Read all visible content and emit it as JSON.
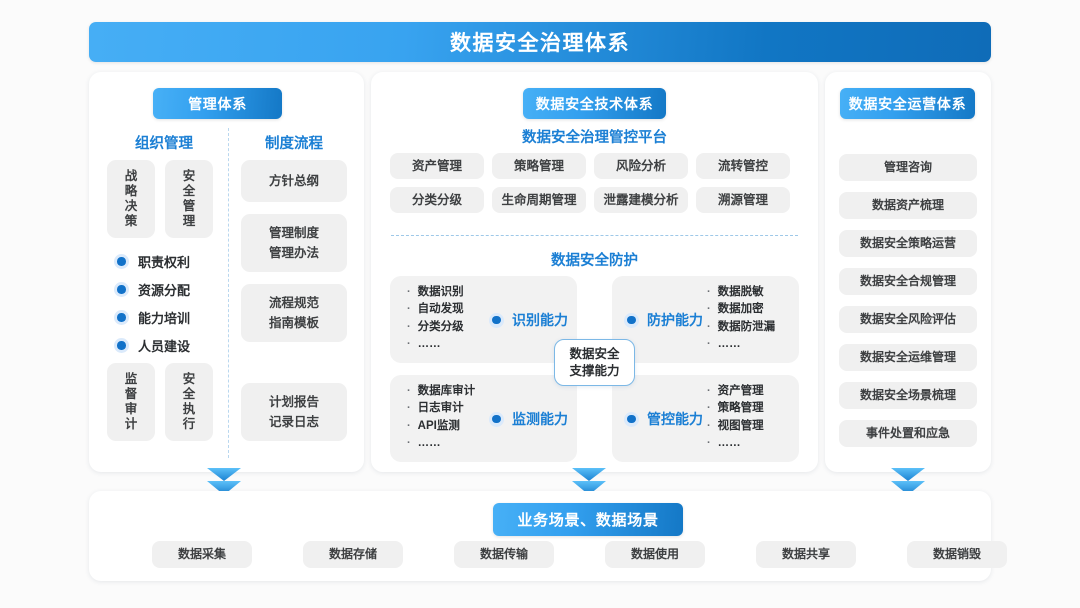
{
  "title": "数据安全治理体系",
  "colors": {
    "brand_blue": "#1b7fd4",
    "badge_from": "#47b0f6",
    "badge_to": "#1478c6",
    "pill_bg": "#f0f0f0",
    "page_bg": "#fbfbfb"
  },
  "management": {
    "badge": "管理体系",
    "col_left_head": "组织管理",
    "col_right_head": "制度流程",
    "vboxes_top": [
      "战略决策",
      "安全管理"
    ],
    "bullets": [
      "职责权利",
      "资源分配",
      "能力培训",
      "人员建设"
    ],
    "vboxes_bottom": [
      "监督审计",
      "安全执行"
    ],
    "process_boxes": [
      [
        "方针总纲"
      ],
      [
        "管理制度",
        "管理办法"
      ],
      [
        "流程规范",
        "指南模板"
      ],
      [
        "计划报告",
        "记录日志"
      ]
    ]
  },
  "technology": {
    "badge": "数据安全技术体系",
    "platform_title": "数据安全治理管控平台",
    "platform_row1": [
      "资产管理",
      "策略管理",
      "风险分析",
      "流转管控"
    ],
    "platform_row2": [
      "分类分级",
      "生命周期管理",
      "泄露建模分析",
      "溯源管理"
    ],
    "defense_title": "数据安全防护",
    "center_node": [
      "数据安全",
      "支撑能力"
    ],
    "capabilities": [
      {
        "label": "识别能力",
        "items": [
          "数据识别",
          "自动发现",
          "分类分级",
          "……"
        ],
        "side": "left"
      },
      {
        "label": "防护能力",
        "items": [
          "数据脱敏",
          "数据加密",
          "数据防泄漏",
          "……"
        ],
        "side": "right"
      },
      {
        "label": "监测能力",
        "items": [
          "数据库审计",
          "日志审计",
          "API监测",
          "……"
        ],
        "side": "left"
      },
      {
        "label": "管控能力",
        "items": [
          "资产管理",
          "策略管理",
          "视图管理",
          "……"
        ],
        "side": "right"
      }
    ]
  },
  "operations": {
    "badge": "数据安全运营体系",
    "items": [
      "管理咨询",
      "数据资产梳理",
      "数据安全策略运营",
      "数据安全合规管理",
      "数据安全风险评估",
      "数据安全运维管理",
      "数据安全场景梳理",
      "事件处置和应急"
    ]
  },
  "bottom": {
    "badge": "业务场景、数据场景",
    "items": [
      "数据采集",
      "数据存储",
      "数据传输",
      "数据使用",
      "数据共享",
      "数据销毁"
    ]
  },
  "arrows": [
    "chevron-down-double",
    "chevron-down-double",
    "chevron-down-double"
  ]
}
